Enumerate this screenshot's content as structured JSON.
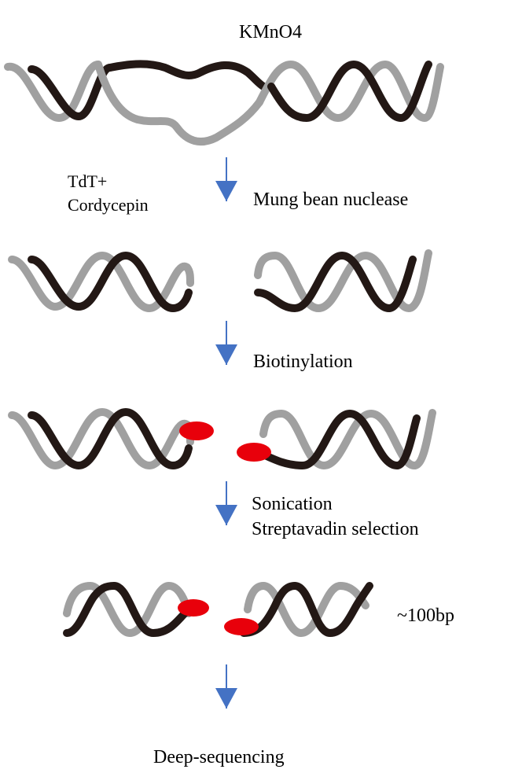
{
  "labels": {
    "reagent": "KMnO4",
    "enzyme_left_line1": "TdT+",
    "enzyme_left_line2": "Cordycepin",
    "step1": "Mung bean nuclease",
    "step2": "Biotinylation",
    "step3_line1": "Sonication",
    "step3_line2": "Streptavadin selection",
    "fragment_size": "~100bp",
    "final_step": "Deep-sequencing"
  },
  "colors": {
    "strand_dark": "#231815",
    "strand_light": "#a0a0a0",
    "biotin": "#e8000b",
    "arrow": "#4472c4",
    "text": "#000000"
  }
}
